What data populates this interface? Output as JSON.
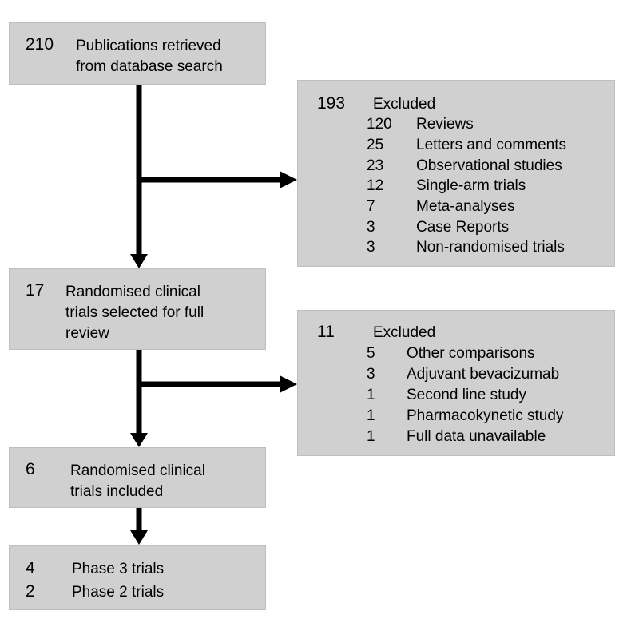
{
  "boxes": {
    "retrieved": {
      "count": "210",
      "line1": "Publications retrieved",
      "line2": "from database search"
    },
    "excluded1": {
      "count": "193",
      "label": "Excluded",
      "items": [
        {
          "count": "120",
          "label": "Reviews"
        },
        {
          "count": "25",
          "label": "Letters and comments"
        },
        {
          "count": "23",
          "label": "Observational studies"
        },
        {
          "count": "12",
          "label": "Single-arm trials"
        },
        {
          "count": "7",
          "label": "Meta-analyses"
        },
        {
          "count": "3",
          "label": "Case Reports"
        },
        {
          "count": "3",
          "label": "Non-randomised trials"
        }
      ]
    },
    "selected": {
      "count": "17",
      "line1": "Randomised clinical",
      "line2": "trials  selected for full",
      "line3": "review"
    },
    "excluded2": {
      "count": "11",
      "label": "Excluded",
      "items": [
        {
          "count": "5",
          "label": "Other comparisons"
        },
        {
          "count": "3",
          "label": "Adjuvant bevacizumab"
        },
        {
          "count": "1",
          "label": "Second line study"
        },
        {
          "count": "1",
          "label": "Pharmacokynetic study"
        },
        {
          "count": "1",
          "label": "Full data unavailable"
        }
      ]
    },
    "included": {
      "count": "6",
      "line1": "Randomised clinical",
      "line2": "trials included"
    },
    "phases": {
      "items": [
        {
          "count": "4",
          "label": "Phase 3 trials"
        },
        {
          "count": "2",
          "label": "Phase 2 trials"
        }
      ]
    }
  },
  "colors": {
    "box_fill": "#d0d0d0",
    "arrow": "#000000"
  }
}
